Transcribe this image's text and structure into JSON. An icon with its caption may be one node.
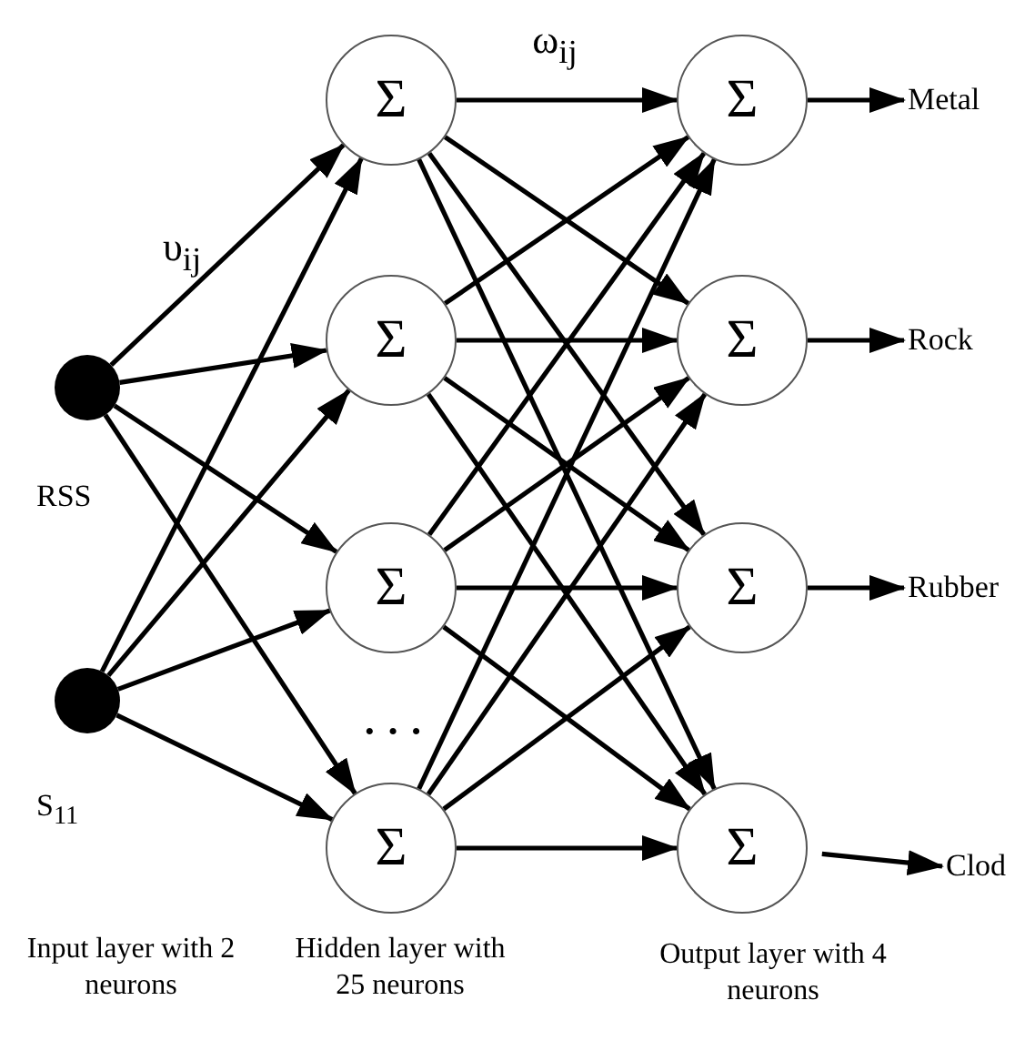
{
  "diagram": {
    "nodes": [
      {
        "text": [],
        "shape": "circle",
        "beside": [
          "RSS"
        ]
      },
      {
        "text": [],
        "shape": "circle",
        "beside": [
          "S$_{11}$"
        ]
      },
      {
        "text": [
          "Σ"
        ]
      },
      {
        "text": [
          "Σ"
        ]
      },
      {
        "text": [
          "Σ"
        ]
      },
      {
        "text": [
          "Σ"
        ]
      },
      {
        "text": [
          "Σ"
        ]
      },
      {
        "text": [
          "Σ"
        ]
      },
      {
        "text": [
          "Σ"
        ]
      },
      {
        "text": [
          "Σ"
        ]
      },
      {
        "text": [
          "Metal"
        ]
      },
      {
        "text": [
          "Rock"
        ]
      },
      {
        "text": [
          "Rubber"
        ]
      },
      {
        "text": [
          "Clod"
        ]
      }
    ],
    "edges": [
      {
        "from": 0,
        "to": 2,
        "arrow": "to"
      },
      {
        "from": 0,
        "to": 3,
        "arrow": "to"
      },
      {
        "from": 0,
        "to": 4,
        "arrow": "to"
      },
      {
        "from": 0,
        "to": 5,
        "arrow": "to"
      },
      {
        "from": 1,
        "to": 2,
        "arrow": "to"
      },
      {
        "from": 1,
        "to": 3,
        "arrow": "to"
      },
      {
        "from": 1,
        "to": 4,
        "arrow": "to"
      },
      {
        "from": 1,
        "to": 5,
        "arrow": "to"
      },
      {
        "from": 2,
        "to": 6,
        "arrow": "to"
      },
      {
        "from": 2,
        "to": 7,
        "arrow": "to"
      },
      {
        "from": 2,
        "to": 8,
        "arrow": "to"
      },
      {
        "from": 2,
        "to": 9,
        "arrow": "to"
      },
      {
        "from": 3,
        "to": 6,
        "arrow": "to"
      },
      {
        "from": 3,
        "to": 7,
        "arrow": "to"
      },
      {
        "from": 3,
        "to": 8,
        "arrow": "to"
      },
      {
        "from": 3,
        "to": 9,
        "arrow": "to"
      },
      {
        "from": 4,
        "to": 6,
        "arrow": "to"
      },
      {
        "from": 4,
        "to": 7,
        "arrow": "to"
      },
      {
        "from": 4,
        "to": 8,
        "arrow": "to"
      },
      {
        "from": 4,
        "to": 9,
        "arrow": "to"
      },
      {
        "from": 5,
        "to": 6,
        "arrow": "to"
      },
      {
        "from": 5,
        "to": 7,
        "arrow": "to"
      },
      {
        "from": 5,
        "to": 8,
        "arrow": "to"
      },
      {
        "from": 5,
        "to": 9,
        "arrow": "to"
      },
      {
        "from": 6,
        "to": 10,
        "arrow": "to"
      },
      {
        "from": 7,
        "to": 11,
        "arrow": "to"
      },
      {
        "from": 8,
        "to": 12,
        "arrow": "to"
      },
      {
        "from": 9,
        "to": 13,
        "arrow": "to"
      }
    ],
    "labels": [
      "ω$_{ij}$",
      "υ$_{ij}$",
      "· · ·",
      "Input layer with 2 neurons",
      "Hidden layer with 25 neurons",
      "Output layer with 4 neurons"
    ]
  }
}
